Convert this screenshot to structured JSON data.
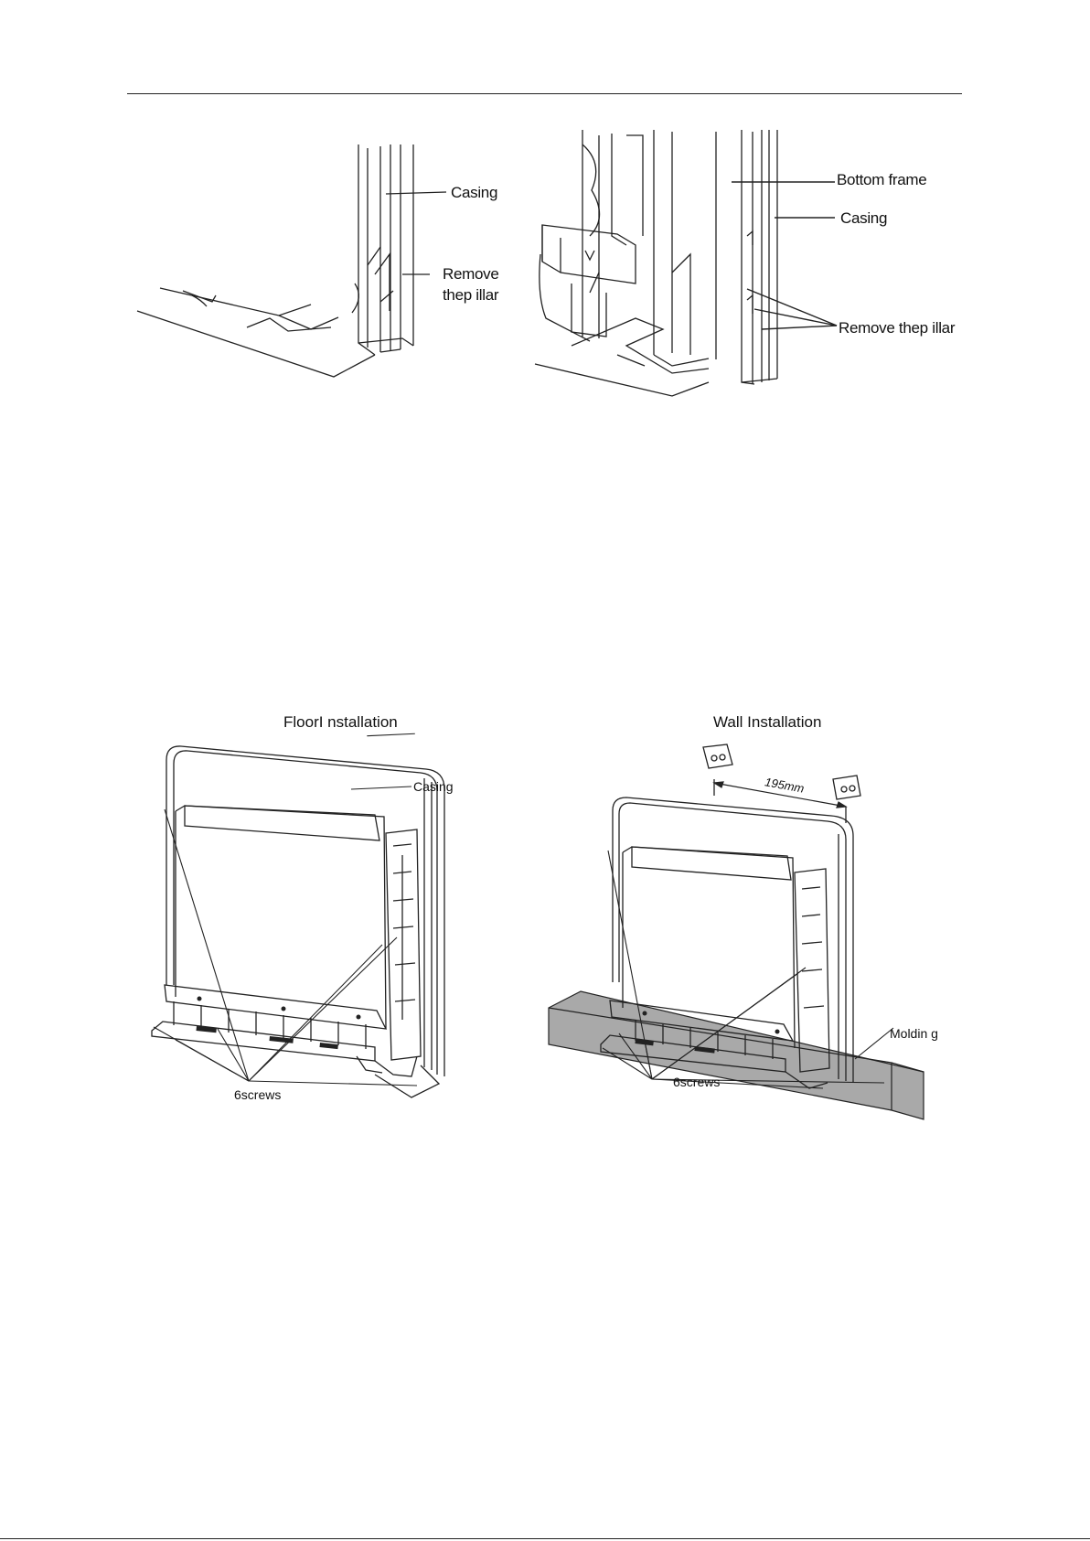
{
  "figure_top_left": {
    "labels": {
      "casing": "Casing",
      "remove_line1": "Remove",
      "remove_line2": "thep illar"
    }
  },
  "figure_top_right": {
    "labels": {
      "bottom_frame": "Bottom frame",
      "casing": "Casing",
      "remove": "Remove thep illar"
    }
  },
  "figure_floor": {
    "title": "FloorI nstallation",
    "labels": {
      "casing": "Casing",
      "screws": "6screws"
    }
  },
  "figure_wall": {
    "title": "Wall Installation",
    "labels": {
      "dimension": "195mm",
      "molding": "Moldin g",
      "screws": "6screws"
    }
  },
  "colors": {
    "line": "#222222",
    "molding": "#a9a9a9"
  }
}
